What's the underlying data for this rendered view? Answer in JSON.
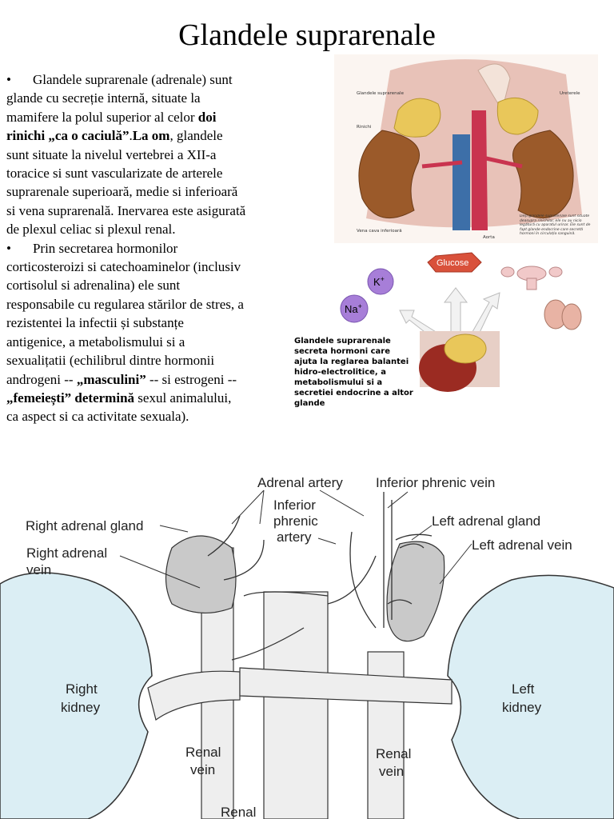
{
  "title": "Glandele suprarenale",
  "paragraph1": {
    "bullet": "•",
    "t1": "Glandele suprarenale (adrenale) sunt glande cu secreție internă, situate la mamifere la polul superior al celor ",
    "b1": "doi rinichi „ca o caciulă”",
    "t2": ".",
    "b2": "La om",
    "t3": ", glandele sunt situate la nivelul vertebrei a XII-a toracice si sunt vascularizate de arterele suprarenale superioară, medie si inferioară si vena suprarenală. Inervarea este asigurată de plexul celiac si plexul renal."
  },
  "paragraph2": {
    "bullet": "•",
    "t1": "Prin secretarea hormonilor corticosteroizi si catechoaminelor (inclusiv cortisolul si adrenalina) ele sunt responsabile cu regularea stărilor de stres, a rezistentei la infectii și substanțe antigenice, a metabolismului si a sexualițatii (echilibrul dintre hormonii androgeni -- ",
    "b1": "„masculini”",
    "t2": " -- si estrogeni -- ",
    "b2": "„femeiești” determină",
    "t3": " sexul animalului, ca aspect si ca activitate sexuala)."
  },
  "top_figure": {
    "labels": {
      "gland": "Glandele suprarenale",
      "kidney": "Rinichi",
      "ureter": "Ureterele",
      "vena": "Vena cava inferioară",
      "aorta": "Aorta",
      "note": "Deşi glandele suprarenale sunt situate deasupra rinichilor, ele nu au nicio legătură cu aparatul urinar. Ele sunt de fapt glande endocrine care secretă hormoni în circulația sanguină."
    }
  },
  "hormone_figure": {
    "k": "K",
    "k_sup": "+",
    "na": "Na",
    "na_sup": "+",
    "glucose": "Glucose",
    "caption": "Glandele suprarenale secreta hormoni care ajuta la reglarea balantei hidro-electrolitice, a metabolismului si a secretiei endocrine a altor glande"
  },
  "bottom_diagram": {
    "adrenal_artery": "Adrenal artery",
    "inferior_phrenic_vein": "Inferior phrenic vein",
    "inferior": "Inferior",
    "phrenic": "phrenic",
    "artery": "artery",
    "right_adrenal_gland": "Right adrenal gland",
    "left_adrenal_gland": "Left adrenal gland",
    "right_adrenal": "Right adrenal",
    "vein": "vein",
    "left_adrenal_vein": "Left adrenal vein",
    "right": "Right",
    "kidney": "kidney",
    "left": "Left",
    "renal": "Renal"
  },
  "colors": {
    "kidney_fill": "#dbeef4",
    "gland_fill": "#c9c9c9",
    "vessel_fill": "#eeeeee",
    "gland_yellow": "#e9c75a",
    "kidney_brown": "#9b5a2a",
    "vena_blue": "#3d6fa8",
    "aorta_red": "#c9344f",
    "glucose_red": "#d9513b",
    "ion_purple": "#a77ed8"
  }
}
